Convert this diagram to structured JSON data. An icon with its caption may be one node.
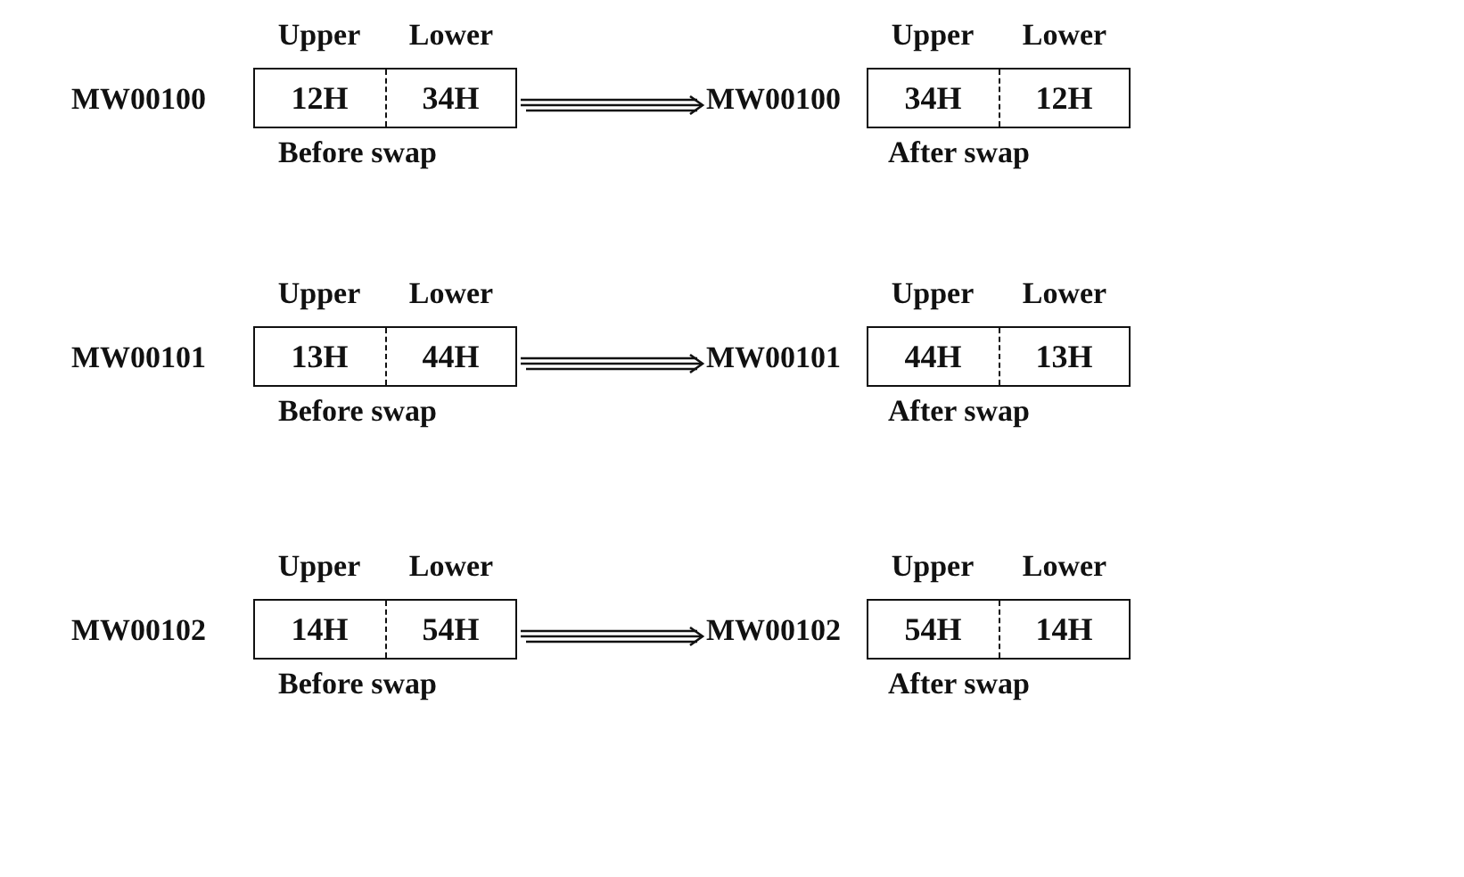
{
  "diagram": {
    "nodes": [
      {
        "text": [
          "MW00100",
          "Upper",
          "Lower",
          "12H",
          "34H"
        ],
        "beside": [
          "Before swap"
        ]
      },
      {
        "text": [
          "MW00100",
          "Upper",
          "Lower",
          "34H",
          "12H"
        ],
        "beside": [
          "After swap"
        ]
      },
      {
        "text": [
          "MW00101",
          "Upper",
          "Lower",
          "13H",
          "44H"
        ],
        "beside": [
          "Before swap"
        ]
      },
      {
        "text": [
          "MW00101",
          "Upper",
          "Lower",
          "44H",
          "13H"
        ],
        "beside": [
          "After swap"
        ]
      },
      {
        "text": [
          "MW00102",
          "Upper",
          "Lower",
          "14H",
          "54H"
        ],
        "beside": [
          "Before swap"
        ]
      },
      {
        "text": [
          "MW00102",
          "Upper",
          "Lower",
          "54H",
          "14H"
        ],
        "beside": [
          "After swap"
        ]
      }
    ],
    "edges": [
      {
        "from": 0,
        "to": 1,
        "arrow": "to"
      },
      {
        "from": 2,
        "to": 3,
        "arrow": "to"
      },
      {
        "from": 4,
        "to": 5,
        "arrow": "to"
      }
    ]
  }
}
